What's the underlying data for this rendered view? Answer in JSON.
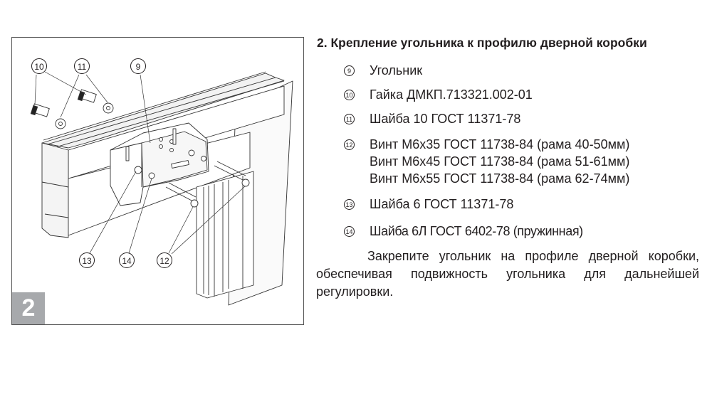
{
  "figure": {
    "step_badge": "2",
    "callouts": [
      "10",
      "11",
      "9",
      "13",
      "14",
      "12"
    ]
  },
  "title": "2. Крепление угольника к профилю дверной коробки",
  "items": [
    {
      "num": "9",
      "lines": [
        "Угольник"
      ]
    },
    {
      "num": "10",
      "lines": [
        "Гайка ДМКП.713321.002-01"
      ]
    },
    {
      "num": "11",
      "lines": [
        "Шайба 10 ГОСТ 11371-78"
      ]
    },
    {
      "num": "12",
      "lines": [
        "Винт М6х35 ГОСТ 11738-84 (рама 40-50мм)",
        "Винт М6х45 ГОСТ 11738-84 (рама 51-61мм)",
        "Винт М6х55 ГОСТ 11738-84 (рама 62-74мм)"
      ]
    },
    {
      "num": "13",
      "lines": [
        "Шайба 6 ГОСТ 11371-78"
      ]
    },
    {
      "num": "14",
      "lines": [
        "Шайба 6Л ГОСТ 6402-78 (пружинная)"
      ]
    }
  ],
  "paragraph": "Закрепите угольник на профиле дверной коробки, обеспечивая подвижность угольника для дальнейшей регулировки."
}
